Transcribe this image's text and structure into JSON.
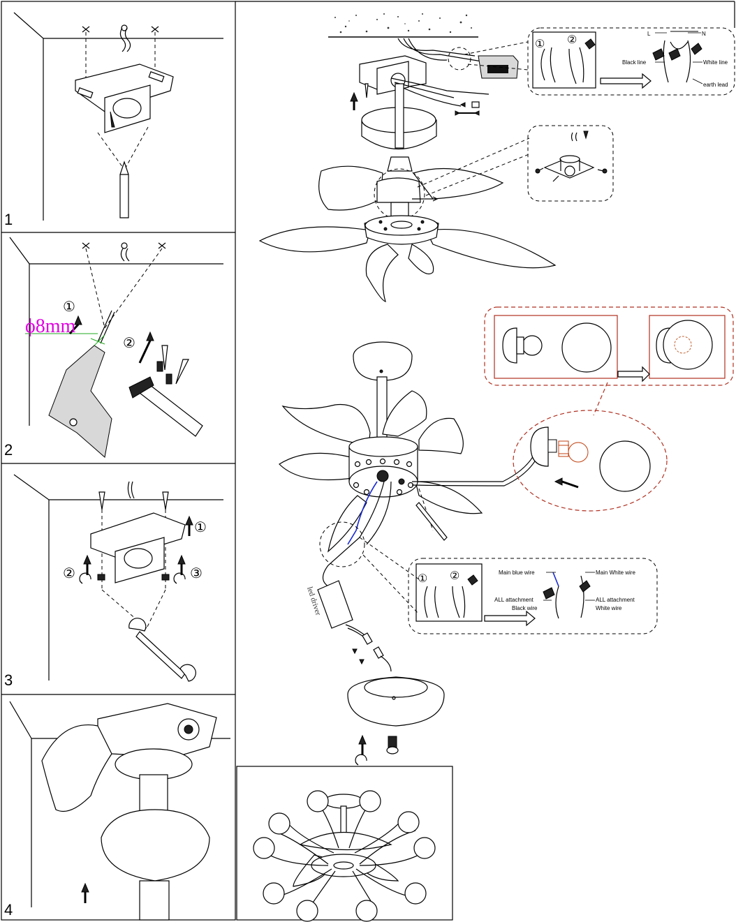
{
  "steps": [
    "1",
    "2",
    "3",
    "4"
  ],
  "drill": {
    "size_label": "ϕ8mm"
  },
  "markers": {
    "one": "①",
    "two": "②",
    "three": "③"
  },
  "wiring_top": {
    "L": "L",
    "N": "N",
    "black_line": "Black line",
    "white_line": "White line",
    "earth_lead": "earth lead"
  },
  "wiring_light": {
    "main_blue": "Main blue wire",
    "main_white": "Main  White wire",
    "all_black_1": "ALL attachment",
    "all_black_2": "Black wire",
    "all_white_1": "ALL attachment",
    "all_white_2": "White wire"
  },
  "led_driver": "led driver"
}
